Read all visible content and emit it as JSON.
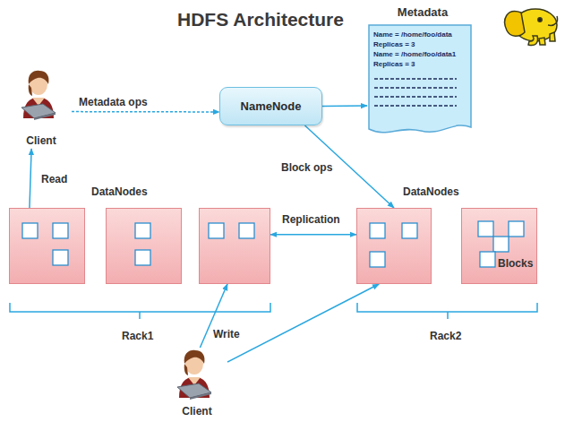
{
  "diagram": {
    "title": "HDFS Architecture",
    "nodes": [
      {
        "text": [
          "Client"
        ]
      },
      {
        "text": [
          "NameNode"
        ]
      },
      {
        "text": [
          "Metadata",
          "Name = /home/foo/data",
          "Replicas = 3",
          "Name = /home/foo/data1",
          "Replicas = 3"
        ]
      },
      {
        "text": []
      },
      {
        "text": []
      },
      {
        "text": []
      },
      {
        "text": []
      },
      {
        "text": [
          "Blocks"
        ]
      },
      {
        "text": [
          "Client"
        ]
      }
    ],
    "edges": [
      {
        "from": 0,
        "to": 1,
        "label": "Metadata ops",
        "arrow": "to"
      },
      {
        "from": 1,
        "to": 2,
        "arrow": "to"
      },
      {
        "from": 1,
        "to": 6,
        "label": "Block ops",
        "arrow": "to"
      },
      {
        "from": 3,
        "to": 0,
        "label": "Read",
        "arrow": "to"
      },
      {
        "from": 5,
        "to": 6,
        "label": "Replication",
        "arrow": "both"
      },
      {
        "from": 8,
        "to": 5,
        "label": "Write",
        "arrow": "to"
      },
      {
        "from": 8,
        "to": 6,
        "arrow": "to"
      }
    ],
    "labels": [
      "DataNodes",
      "DataNodes",
      "Rack1",
      "Rack2"
    ]
  }
}
